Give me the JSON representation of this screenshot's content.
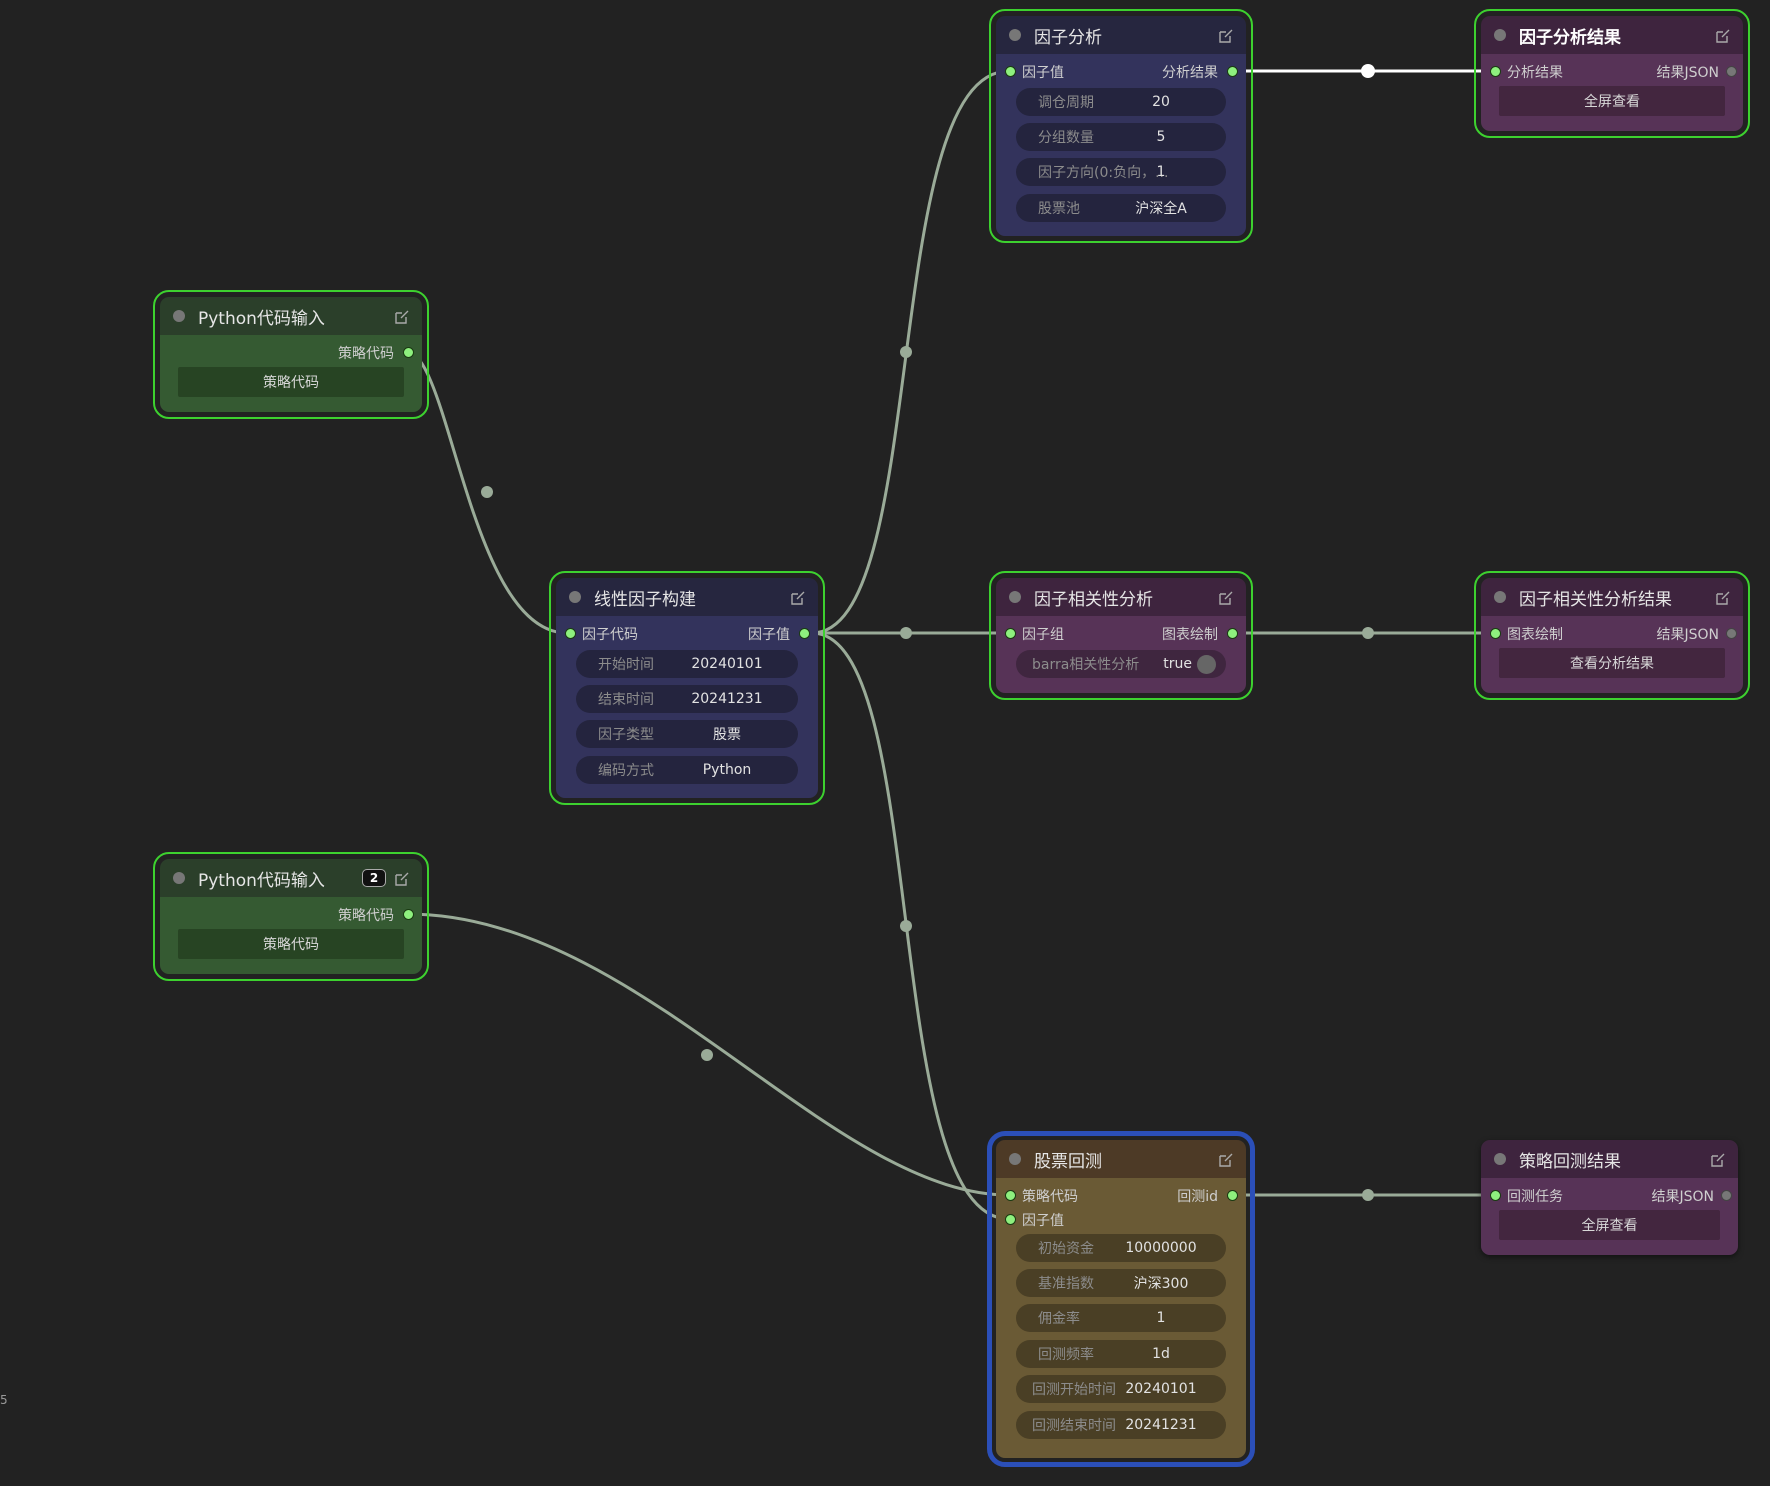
{
  "nodes": {
    "factor_analysis": {
      "title": "因子分析",
      "input": "因子值",
      "output": "分析结果",
      "fields": [
        {
          "label": "调仓周期",
          "value": "20"
        },
        {
          "label": "分组数量",
          "value": "5"
        },
        {
          "label": "因子方向(0:负向，...",
          "value": "1"
        },
        {
          "label": "股票池",
          "value": "沪深全A"
        }
      ]
    },
    "factor_analysis_result": {
      "title": "因子分析结果",
      "input": "分析结果",
      "output": "结果JSON",
      "button": "全屏查看"
    },
    "python_input_1": {
      "title": "Python代码输入",
      "output": "策略代码",
      "button": "策略代码"
    },
    "linear_factor": {
      "title": "线性因子构建",
      "input": "因子代码",
      "output": "因子值",
      "fields": [
        {
          "label": "开始时间",
          "value": "20240101"
        },
        {
          "label": "结束时间",
          "value": "20241231"
        },
        {
          "label": "因子类型",
          "value": "股票"
        },
        {
          "label": "编码方式",
          "value": "Python"
        }
      ]
    },
    "factor_corr": {
      "title": "因子相关性分析",
      "input": "因子组",
      "output": "图表绘制",
      "toggle_label": "barra相关性分析",
      "toggle_value": "true"
    },
    "factor_corr_result": {
      "title": "因子相关性分析结果",
      "input": "图表绘制",
      "output": "结果JSON",
      "button": "查看分析结果"
    },
    "python_input_2": {
      "title": "Python代码输入",
      "badge": "2",
      "output": "策略代码",
      "button": "策略代码"
    },
    "stock_backtest": {
      "title": "股票回测",
      "input_1": "策略代码",
      "input_2": "因子值",
      "output": "回测id",
      "fields": [
        {
          "label": "初始资金",
          "value": "10000000"
        },
        {
          "label": "基准指数",
          "value": "沪深300"
        },
        {
          "label": "佣金率",
          "value": "1"
        },
        {
          "label": "回测频率",
          "value": "1d"
        },
        {
          "label": "回测开始时间",
          "value": "20240101"
        },
        {
          "label": "回测结束时间",
          "value": "20241231"
        }
      ]
    },
    "backtest_result": {
      "title": "策略回测结果",
      "input": "回测任务",
      "output": "结果JSON",
      "button": "全屏查看"
    }
  },
  "colors": {
    "canvas": "#222222",
    "wire": "#9aab98",
    "selected_wire": "#ffffff",
    "selection_outline": "#3dd12f",
    "active_outline": "#2b4fb8"
  },
  "corner_text": "5"
}
